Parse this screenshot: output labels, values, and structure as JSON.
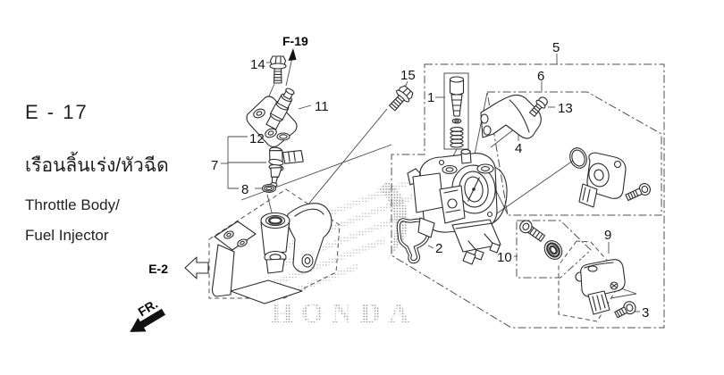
{
  "header": {
    "section_code": "E - 17",
    "title_thai": "เรือนลิ้นเร่ง/หัวฉีด",
    "title_en_line1": "Throttle Body/",
    "title_en_line2": "Fuel Injector"
  },
  "references": {
    "fiche_ref": "F-19",
    "engine_ref": "E-2",
    "front_marker": "FR."
  },
  "watermark": {
    "brand": "HONDA"
  },
  "part_labels": {
    "p1": "1",
    "p2": "2",
    "p3": "3",
    "p4": "4",
    "p5": "5",
    "p6": "6",
    "p7": "7",
    "p8": "8",
    "p9": "9",
    "p10": "10",
    "p11": "11",
    "p12": "12",
    "p13": "13",
    "p14": "14",
    "p15": "15"
  }
}
